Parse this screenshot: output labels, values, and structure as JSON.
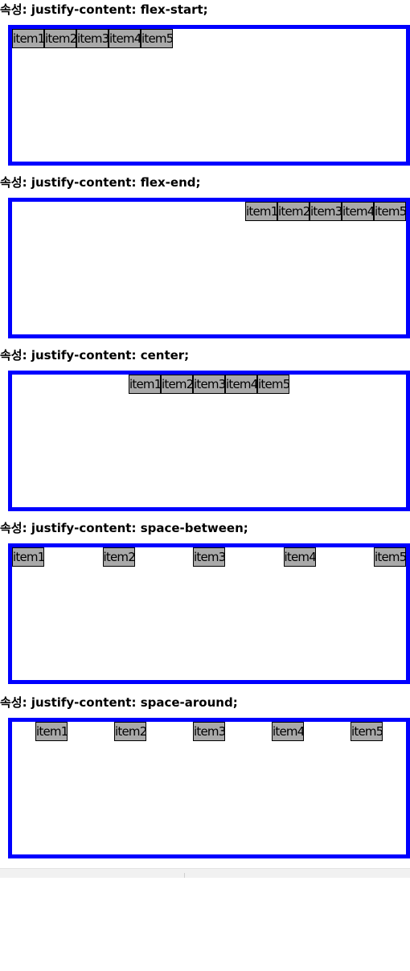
{
  "sections": [
    {
      "label": "속성: justify-content: flex-start;",
      "justify": "flex-start",
      "items": [
        "item1",
        "item2",
        "item3",
        "item4",
        "item5"
      ]
    },
    {
      "label": "속성: justify-content: flex-end;",
      "justify": "flex-end",
      "items": [
        "item1",
        "item2",
        "item3",
        "item4",
        "item5"
      ]
    },
    {
      "label": "속성: justify-content: center;",
      "justify": "center",
      "items": [
        "item1",
        "item2",
        "item3",
        "item4",
        "item5"
      ]
    },
    {
      "label": "속성: justify-content: space-between;",
      "justify": "space-between",
      "items": [
        "item1",
        "item2",
        "item3",
        "item4",
        "item5"
      ]
    },
    {
      "label": "속성: justify-content: space-around;",
      "justify": "space-around",
      "items": [
        "item1",
        "item2",
        "item3",
        "item4",
        "item5"
      ]
    }
  ],
  "colors": {
    "container_border": "#0000ff",
    "item_background": "#a9a9a9",
    "item_border": "#000000"
  }
}
